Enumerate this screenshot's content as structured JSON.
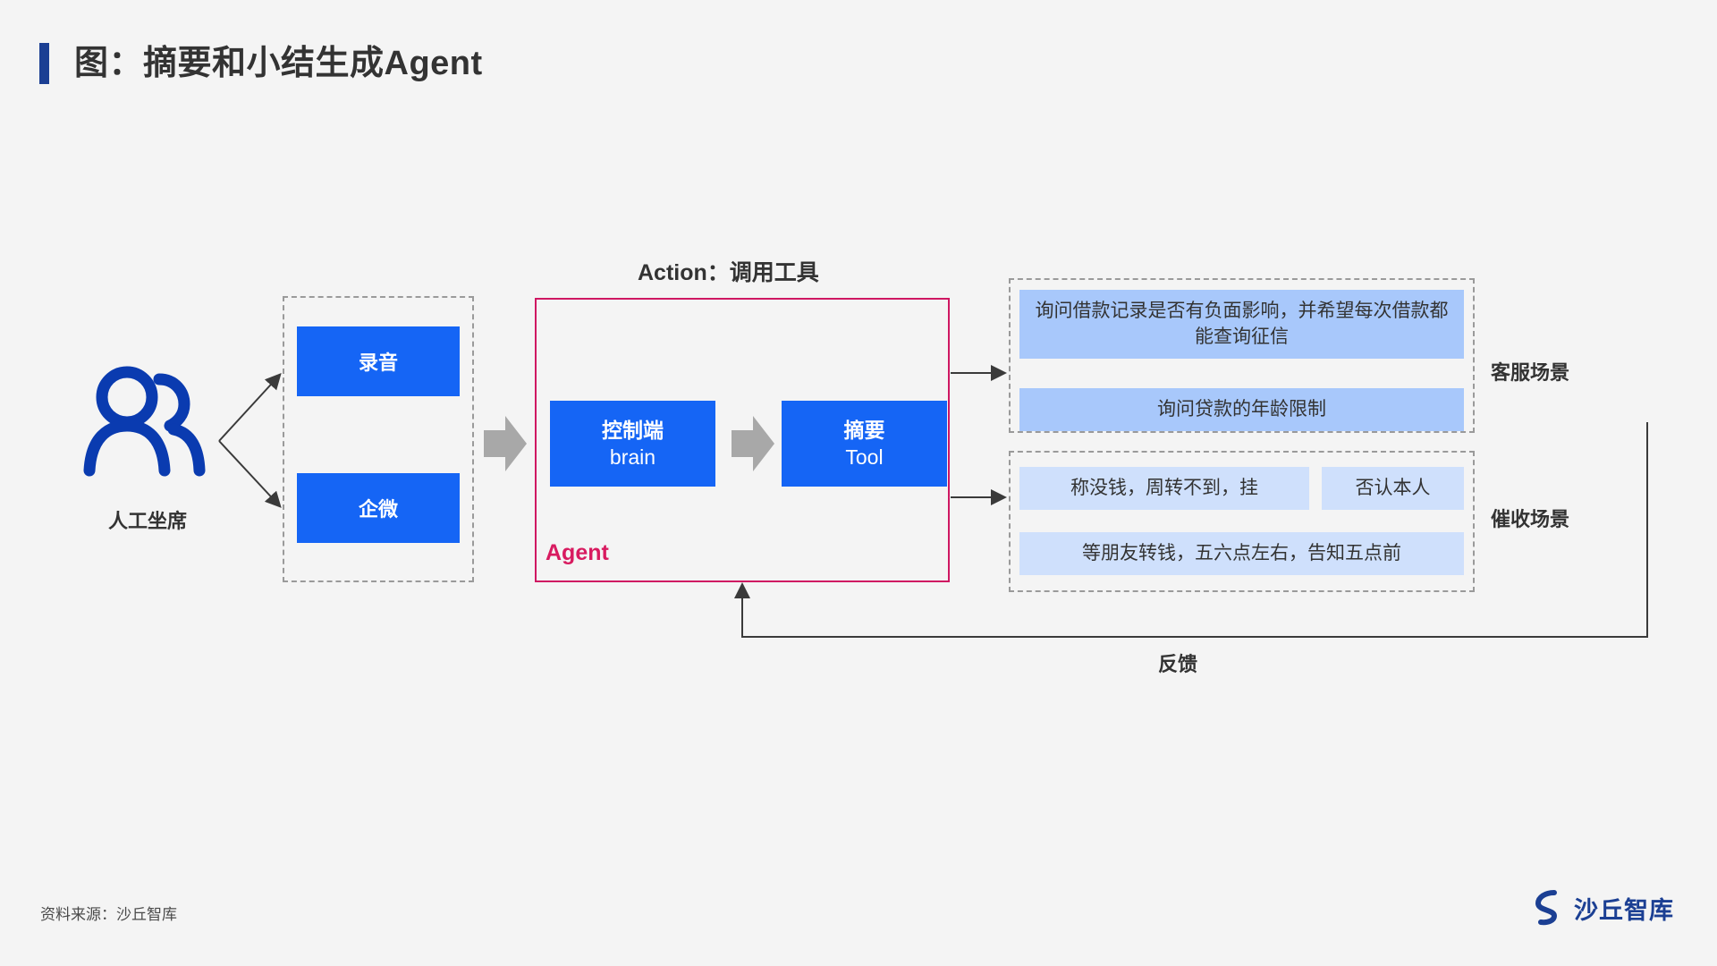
{
  "title": "图：摘要和小结生成Agent",
  "source_note": "资料来源：沙丘智库",
  "brand": {
    "name": "沙丘智库",
    "mark": "shaqiu-logo-icon"
  },
  "colors": {
    "background": "#f4f4f4",
    "accent_blue": "#1b3f93",
    "node_blue": "#1565f5",
    "agent_pink": "#d81b60",
    "light_blue": "#a8c8fb",
    "pale_blue": "#cfe0fc",
    "dashed_gray": "#9a9a9a",
    "arrow_gray": "#a8a8a8",
    "text_dark": "#333333"
  },
  "actor": {
    "icon": "two-people-icon",
    "label": "人工坐席"
  },
  "channels": {
    "items": [
      {
        "label": "录音"
      },
      {
        "label": "企微"
      }
    ]
  },
  "agent": {
    "frame_label": "Agent",
    "action_label": "Action：调用工具",
    "nodes": [
      {
        "line1": "控制端",
        "line2": "brain"
      },
      {
        "line1": "摘要",
        "line2": "Tool"
      }
    ]
  },
  "outputs": {
    "groups": [
      {
        "scene_label": "客服场景",
        "rows": [
          {
            "cells": [
              {
                "text": "询问借款记录是否有负面影响，并希望每次借款都能查询征信",
                "tone": "light"
              }
            ]
          },
          {
            "cells": [
              {
                "text": "询问贷款的年龄限制",
                "tone": "light"
              }
            ]
          }
        ]
      },
      {
        "scene_label": "催收场景",
        "rows": [
          {
            "cells": [
              {
                "text": "称没钱，周转不到，挂",
                "tone": "pale"
              },
              {
                "text": "否认本人",
                "tone": "pale"
              }
            ]
          },
          {
            "cells": [
              {
                "text": "等朋友转钱，五六点左右，告知五点前",
                "tone": "pale"
              }
            ]
          }
        ]
      }
    ]
  },
  "feedback": {
    "label": "反馈"
  }
}
